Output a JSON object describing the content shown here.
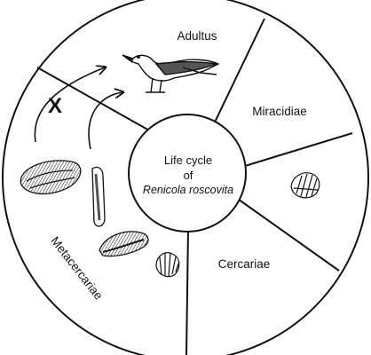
{
  "center": {
    "line1": "Life cycle",
    "line2": "of",
    "line3": "Renicola roscovita"
  },
  "stages": {
    "adults": "Adultus",
    "miracidiae": "Miracidiae",
    "cercariae": "Cercariae",
    "metacercariae": "Metacercariae"
  },
  "transmission_blocked_mark": "X",
  "colors": {
    "stroke": "#111111",
    "background": "#ffffff"
  }
}
